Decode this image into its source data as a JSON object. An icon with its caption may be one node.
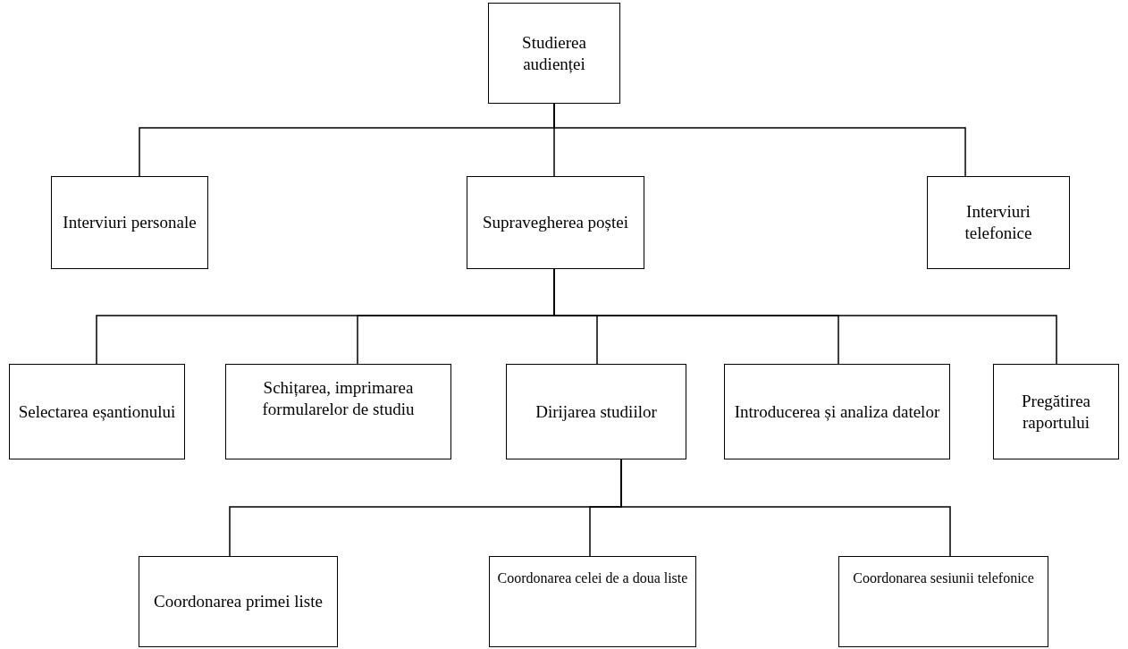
{
  "diagram": {
    "nodes": [
      {
        "text": [
          "Studierea audienței"
        ]
      },
      {
        "text": [
          "Interviuri personale"
        ]
      },
      {
        "text": [
          "Supravegherea poștei"
        ]
      },
      {
        "text": [
          "Interviuri telefonice"
        ]
      },
      {
        "text": [
          "Selectarea eșantionului"
        ]
      },
      {
        "text": [
          "Schițarea, imprimarea formularelor de studiu"
        ]
      },
      {
        "text": [
          "Dirijarea studiilor"
        ]
      },
      {
        "text": [
          "Introducerea și analiza datelor"
        ]
      },
      {
        "text": [
          "Pregătirea raportului"
        ]
      },
      {
        "text": [
          "Coordonarea primei liste"
        ]
      },
      {
        "text": [
          "Coordonarea celei de a doua liste"
        ]
      },
      {
        "text": [
          "Coordonarea sesiunii telefonice"
        ]
      }
    ],
    "edges": [
      {
        "from": 0,
        "to": 1,
        "arrow": "none"
      },
      {
        "from": 0,
        "to": 2,
        "arrow": "none"
      },
      {
        "from": 0,
        "to": 3,
        "arrow": "none"
      },
      {
        "from": 2,
        "to": 4,
        "arrow": "none"
      },
      {
        "from": 2,
        "to": 5,
        "arrow": "none"
      },
      {
        "from": 2,
        "to": 6,
        "arrow": "none"
      },
      {
        "from": 2,
        "to": 7,
        "arrow": "none"
      },
      {
        "from": 2,
        "to": 8,
        "arrow": "none"
      },
      {
        "from": 6,
        "to": 9,
        "arrow": "none"
      },
      {
        "from": 6,
        "to": 10,
        "arrow": "none"
      },
      {
        "from": 6,
        "to": 11,
        "arrow": "none"
      }
    ]
  }
}
